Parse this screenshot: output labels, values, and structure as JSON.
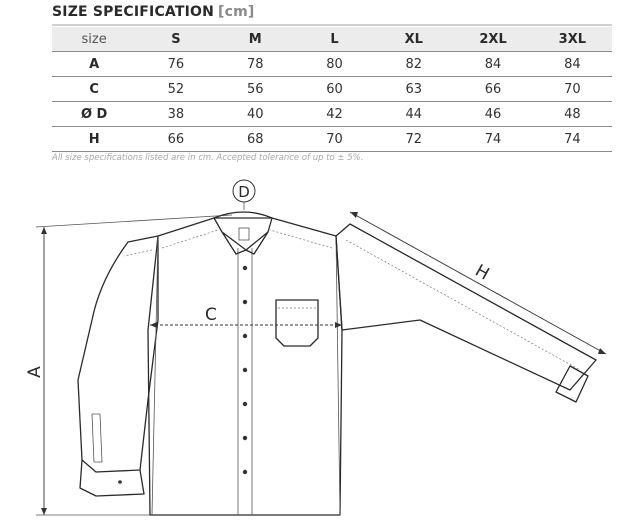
{
  "title": {
    "text": "SIZE SPECIFICATION",
    "unit": "[cm]"
  },
  "table": {
    "headers": [
      "size",
      "S",
      "M",
      "L",
      "XL",
      "2XL",
      "3XL"
    ],
    "rows": [
      {
        "label": "A",
        "values": [
          "76",
          "78",
          "80",
          "82",
          "84",
          "84"
        ]
      },
      {
        "label": "C",
        "values": [
          "52",
          "56",
          "60",
          "63",
          "66",
          "70"
        ]
      },
      {
        "label": "Ø D",
        "values": [
          "38",
          "40",
          "42",
          "44",
          "46",
          "48"
        ]
      },
      {
        "label": "H",
        "values": [
          "66",
          "68",
          "70",
          "72",
          "74",
          "74"
        ]
      }
    ]
  },
  "note": "All size specifications listed are in cm. Accepted tolerance of up to ± 5%.",
  "diagram": {
    "label_a": "A",
    "label_c": "C",
    "label_d": "D",
    "label_h": "H"
  }
}
